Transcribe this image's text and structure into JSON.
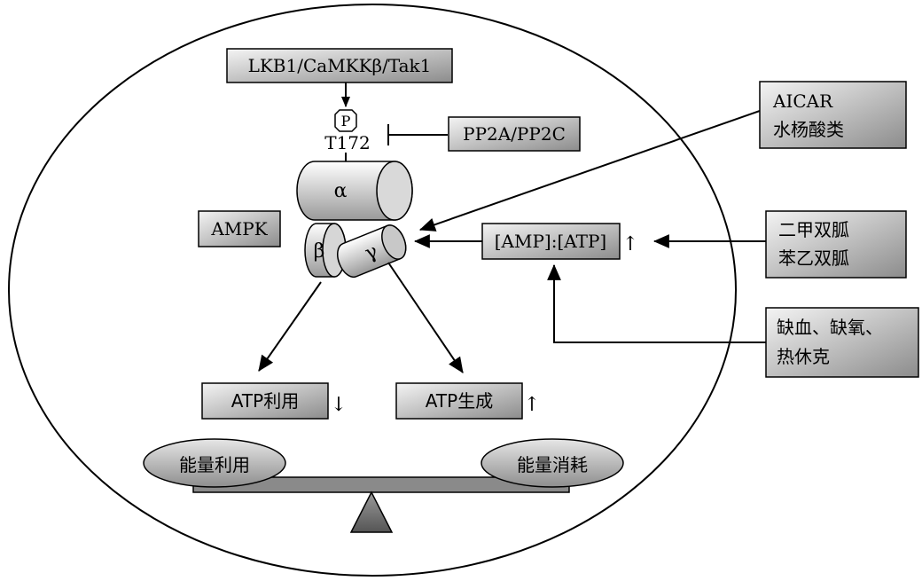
{
  "upstream_kinases": "LKB1/CaMKKβ/Tak1",
  "phospho_mark": "P",
  "phospho_site": "T172",
  "phosphatases": "PP2A/PP2C",
  "ampk_label": "AMPK",
  "subunits": {
    "alpha": "α",
    "beta": "β",
    "gamma": "γ"
  },
  "activators_1": [
    "AICAR",
    "水杨酸类"
  ],
  "ratio_label": "[AMP]:[ATP]",
  "ratio_trend": "↑",
  "activators_2": [
    "二甲双胍",
    "苯乙双胍"
  ],
  "stressors": [
    "缺血、缺氧、",
    "热休克"
  ],
  "atp_use": {
    "label": "ATP利用",
    "trend": "↓"
  },
  "atp_gen": {
    "label": "ATP生成",
    "trend": "↑"
  },
  "balance": {
    "left": "能量利用",
    "right": "能量消耗"
  },
  "colors": {
    "box_fill_light": "#f2f2f2",
    "box_fill_dark": "#8a8a8a",
    "stroke": "#000000"
  }
}
